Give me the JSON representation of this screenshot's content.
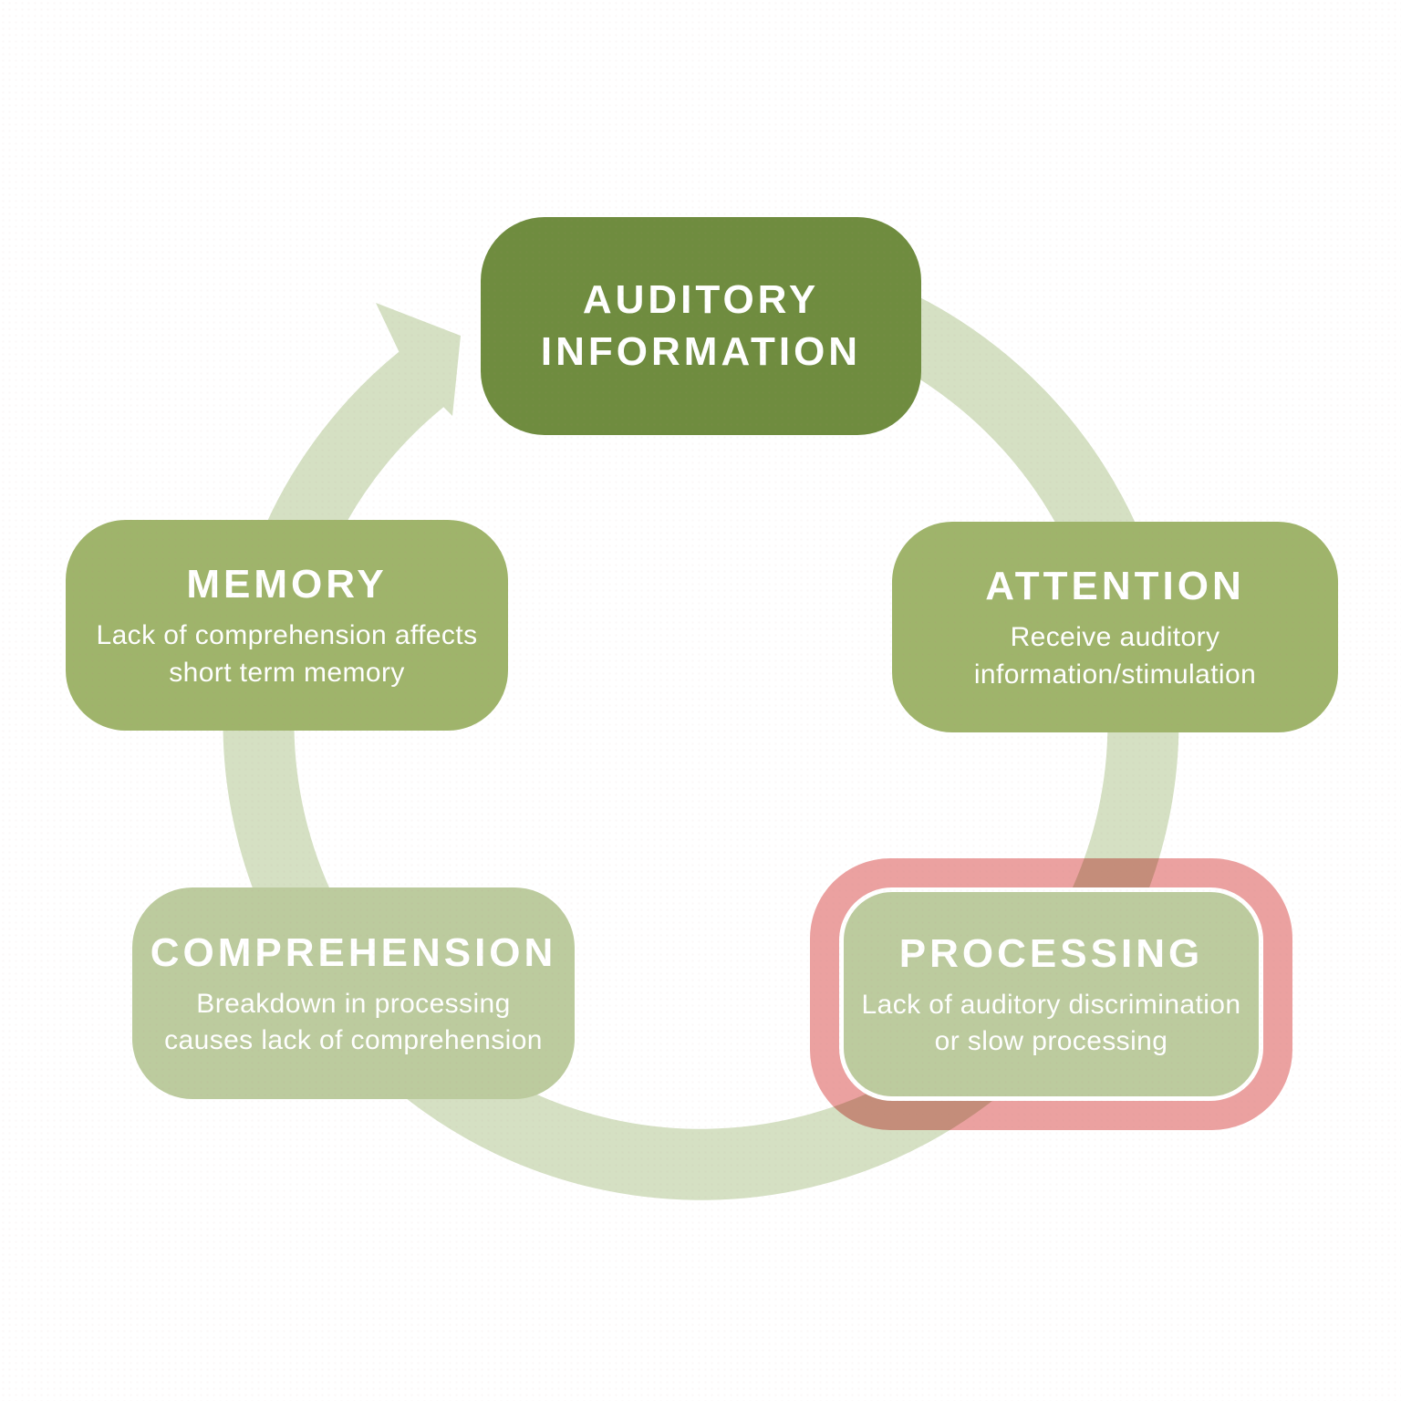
{
  "diagram": {
    "type": "cycle",
    "direction_arrowhead": "points to AUDITORY INFORMATION"
  },
  "colors": {
    "dark_green": "#6f8c3f",
    "medium_green": "#9fb46b",
    "light_green": "#bccb9e",
    "arc_green": "#d5e0c3",
    "highlight_pink": "#eba1a0",
    "text": "#ffffff",
    "background": "#ffffff"
  },
  "nodes": [
    {
      "id": "auditory-information",
      "title": "AUDITORY\nINFORMATION",
      "subtitle": ""
    },
    {
      "id": "attention",
      "title": "ATTENTION",
      "subtitle": "Receive auditory\ninformation/stimulation"
    },
    {
      "id": "processing",
      "title": "PROCESSING",
      "subtitle": "Lack of auditory discrimination\nor slow processing",
      "highlighted": true
    },
    {
      "id": "comprehension",
      "title": "COMPREHENSION",
      "subtitle": "Breakdown in processing\ncauses lack of comprehension"
    },
    {
      "id": "memory",
      "title": "MEMORY",
      "subtitle": "Lack of comprehension affects\nshort term memory"
    }
  ]
}
